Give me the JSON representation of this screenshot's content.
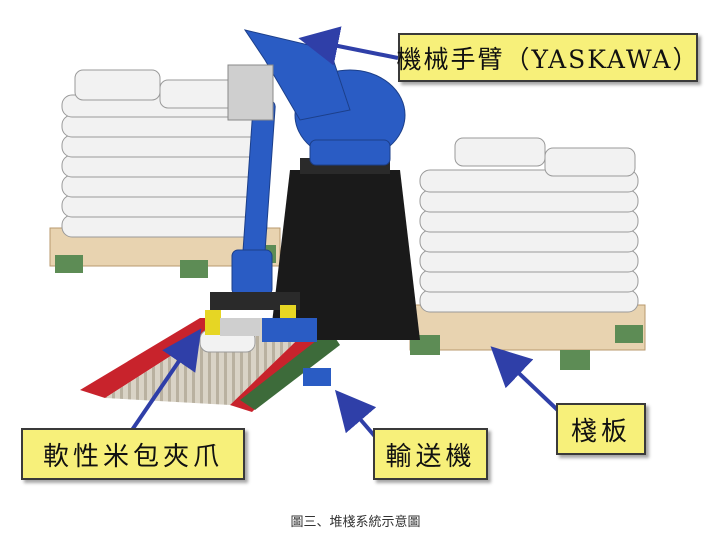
{
  "labels": {
    "robot_arm": "機械手臂（YASKAWA）",
    "gripper": "軟性米包夾爪",
    "conveyor": "輸送機",
    "pallet": "棧板"
  },
  "caption": "圖三、堆棧系統示意圖",
  "colors": {
    "robot_blue": "#2a5cc4",
    "pedestal_black": "#1a1a1a",
    "bag_white": "#f2f2f2",
    "pallet_wood": "#e8d3b0",
    "pallet_foot_green": "#5d8c55",
    "conveyor_red": "#c8232c",
    "label_yellow": "#f7f07a",
    "arrow_blue": "#2f3fa8"
  }
}
